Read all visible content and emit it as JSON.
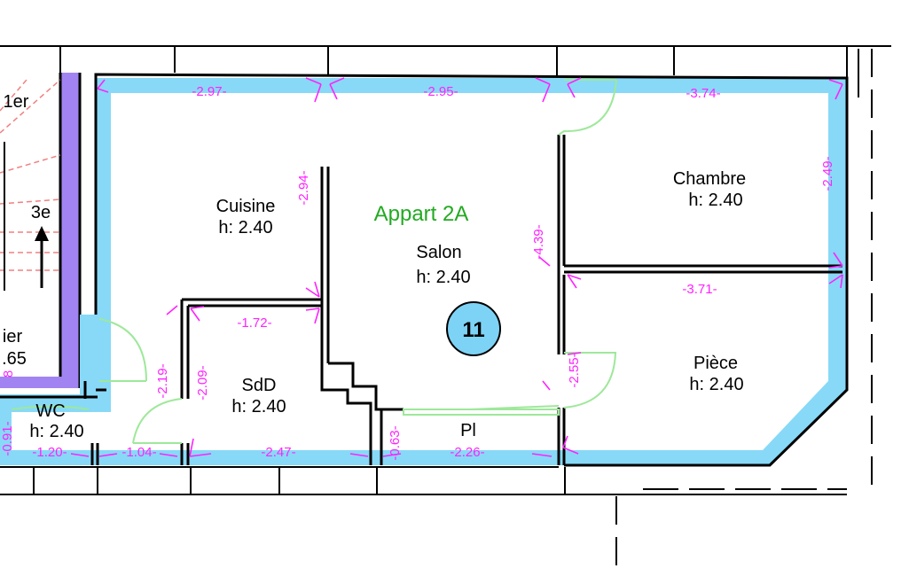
{
  "apartment": {
    "name": "Appart 2A",
    "name_color": "#22aa22",
    "number": "11",
    "badge_color": "#7dd3f5"
  },
  "colors": {
    "perimeter": "#87d9f7",
    "stair_wall": "#a184f2",
    "dimension": "#ff22ff",
    "door_arc": "#9ee89a",
    "stair_lines": "#f08080"
  },
  "rooms": [
    {
      "id": "cuisine",
      "name": "Cuisine",
      "height": "h: 2.40"
    },
    {
      "id": "salon",
      "name": "Salon",
      "height": "h: 2.40"
    },
    {
      "id": "chambre",
      "name": "Chambre",
      "height": "h: 2.40"
    },
    {
      "id": "piece",
      "name": "Pièce",
      "height": "h: 2.40"
    },
    {
      "id": "sdd",
      "name": "SdD",
      "height": "h: 2.40"
    },
    {
      "id": "wc",
      "name": "WC",
      "height": "h: 2.40"
    },
    {
      "id": "pl",
      "name": "Pl",
      "height": ""
    }
  ],
  "stairs": {
    "labels": [
      "1er",
      "3e"
    ],
    "partial_labels": [
      "ier",
      ".65",
      "8"
    ]
  },
  "dimensions": [
    {
      "id": "d1",
      "value": "-2.97-"
    },
    {
      "id": "d2",
      "value": "-2.95-"
    },
    {
      "id": "d3",
      "value": "-3.74-"
    },
    {
      "id": "d4",
      "value": "-2.49-"
    },
    {
      "id": "d5",
      "value": "-2.94-"
    },
    {
      "id": "d6",
      "value": "-4.39-"
    },
    {
      "id": "d7",
      "value": "-3.71-"
    },
    {
      "id": "d8",
      "value": "-1.72-"
    },
    {
      "id": "d9",
      "value": "-2.19-"
    },
    {
      "id": "d10",
      "value": "-2.09-"
    },
    {
      "id": "d11",
      "value": "-2.55-"
    },
    {
      "id": "d12",
      "value": "-1.20-"
    },
    {
      "id": "d13",
      "value": "-1.04-"
    },
    {
      "id": "d14",
      "value": "-2.47-"
    },
    {
      "id": "d15",
      "value": "-0.63-"
    },
    {
      "id": "d16",
      "value": "-2.26-"
    },
    {
      "id": "d17",
      "value": "-0.91-"
    }
  ]
}
